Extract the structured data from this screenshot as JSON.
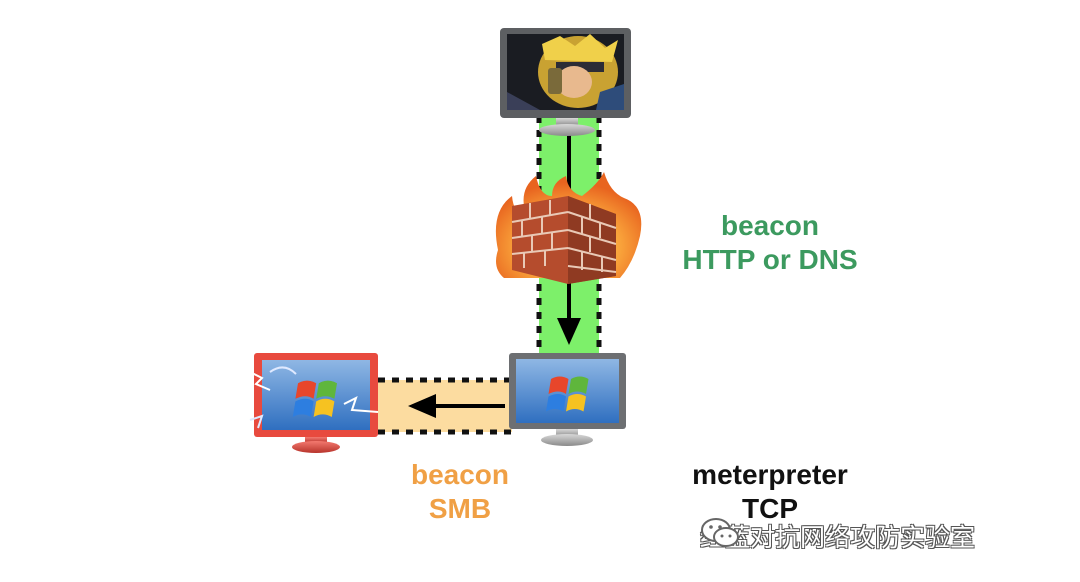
{
  "labels": {
    "http_line1": "beacon",
    "http_line2": "HTTP or DNS",
    "smb_line1": "beacon",
    "smb_line2": "SMB",
    "tcp_line1": "meterpreter",
    "tcp_line2": "TCP"
  },
  "watermark": {
    "text": "红蓝对抗网络攻防实验室",
    "icon": "wechat-icon"
  },
  "colors": {
    "http_label": "#3c9a5f",
    "smb_label": "#f0a045",
    "tcp_label": "#111111",
    "green_channel": "#7df06a",
    "orange_channel": "#fcdca0",
    "red_monitor": "#e84a3e",
    "grey_monitor": "#6d6f72"
  },
  "icons": [
    "attacker-monitor-icon",
    "firewall-icon",
    "windows-logo-icon",
    "windows-logo-icon"
  ]
}
